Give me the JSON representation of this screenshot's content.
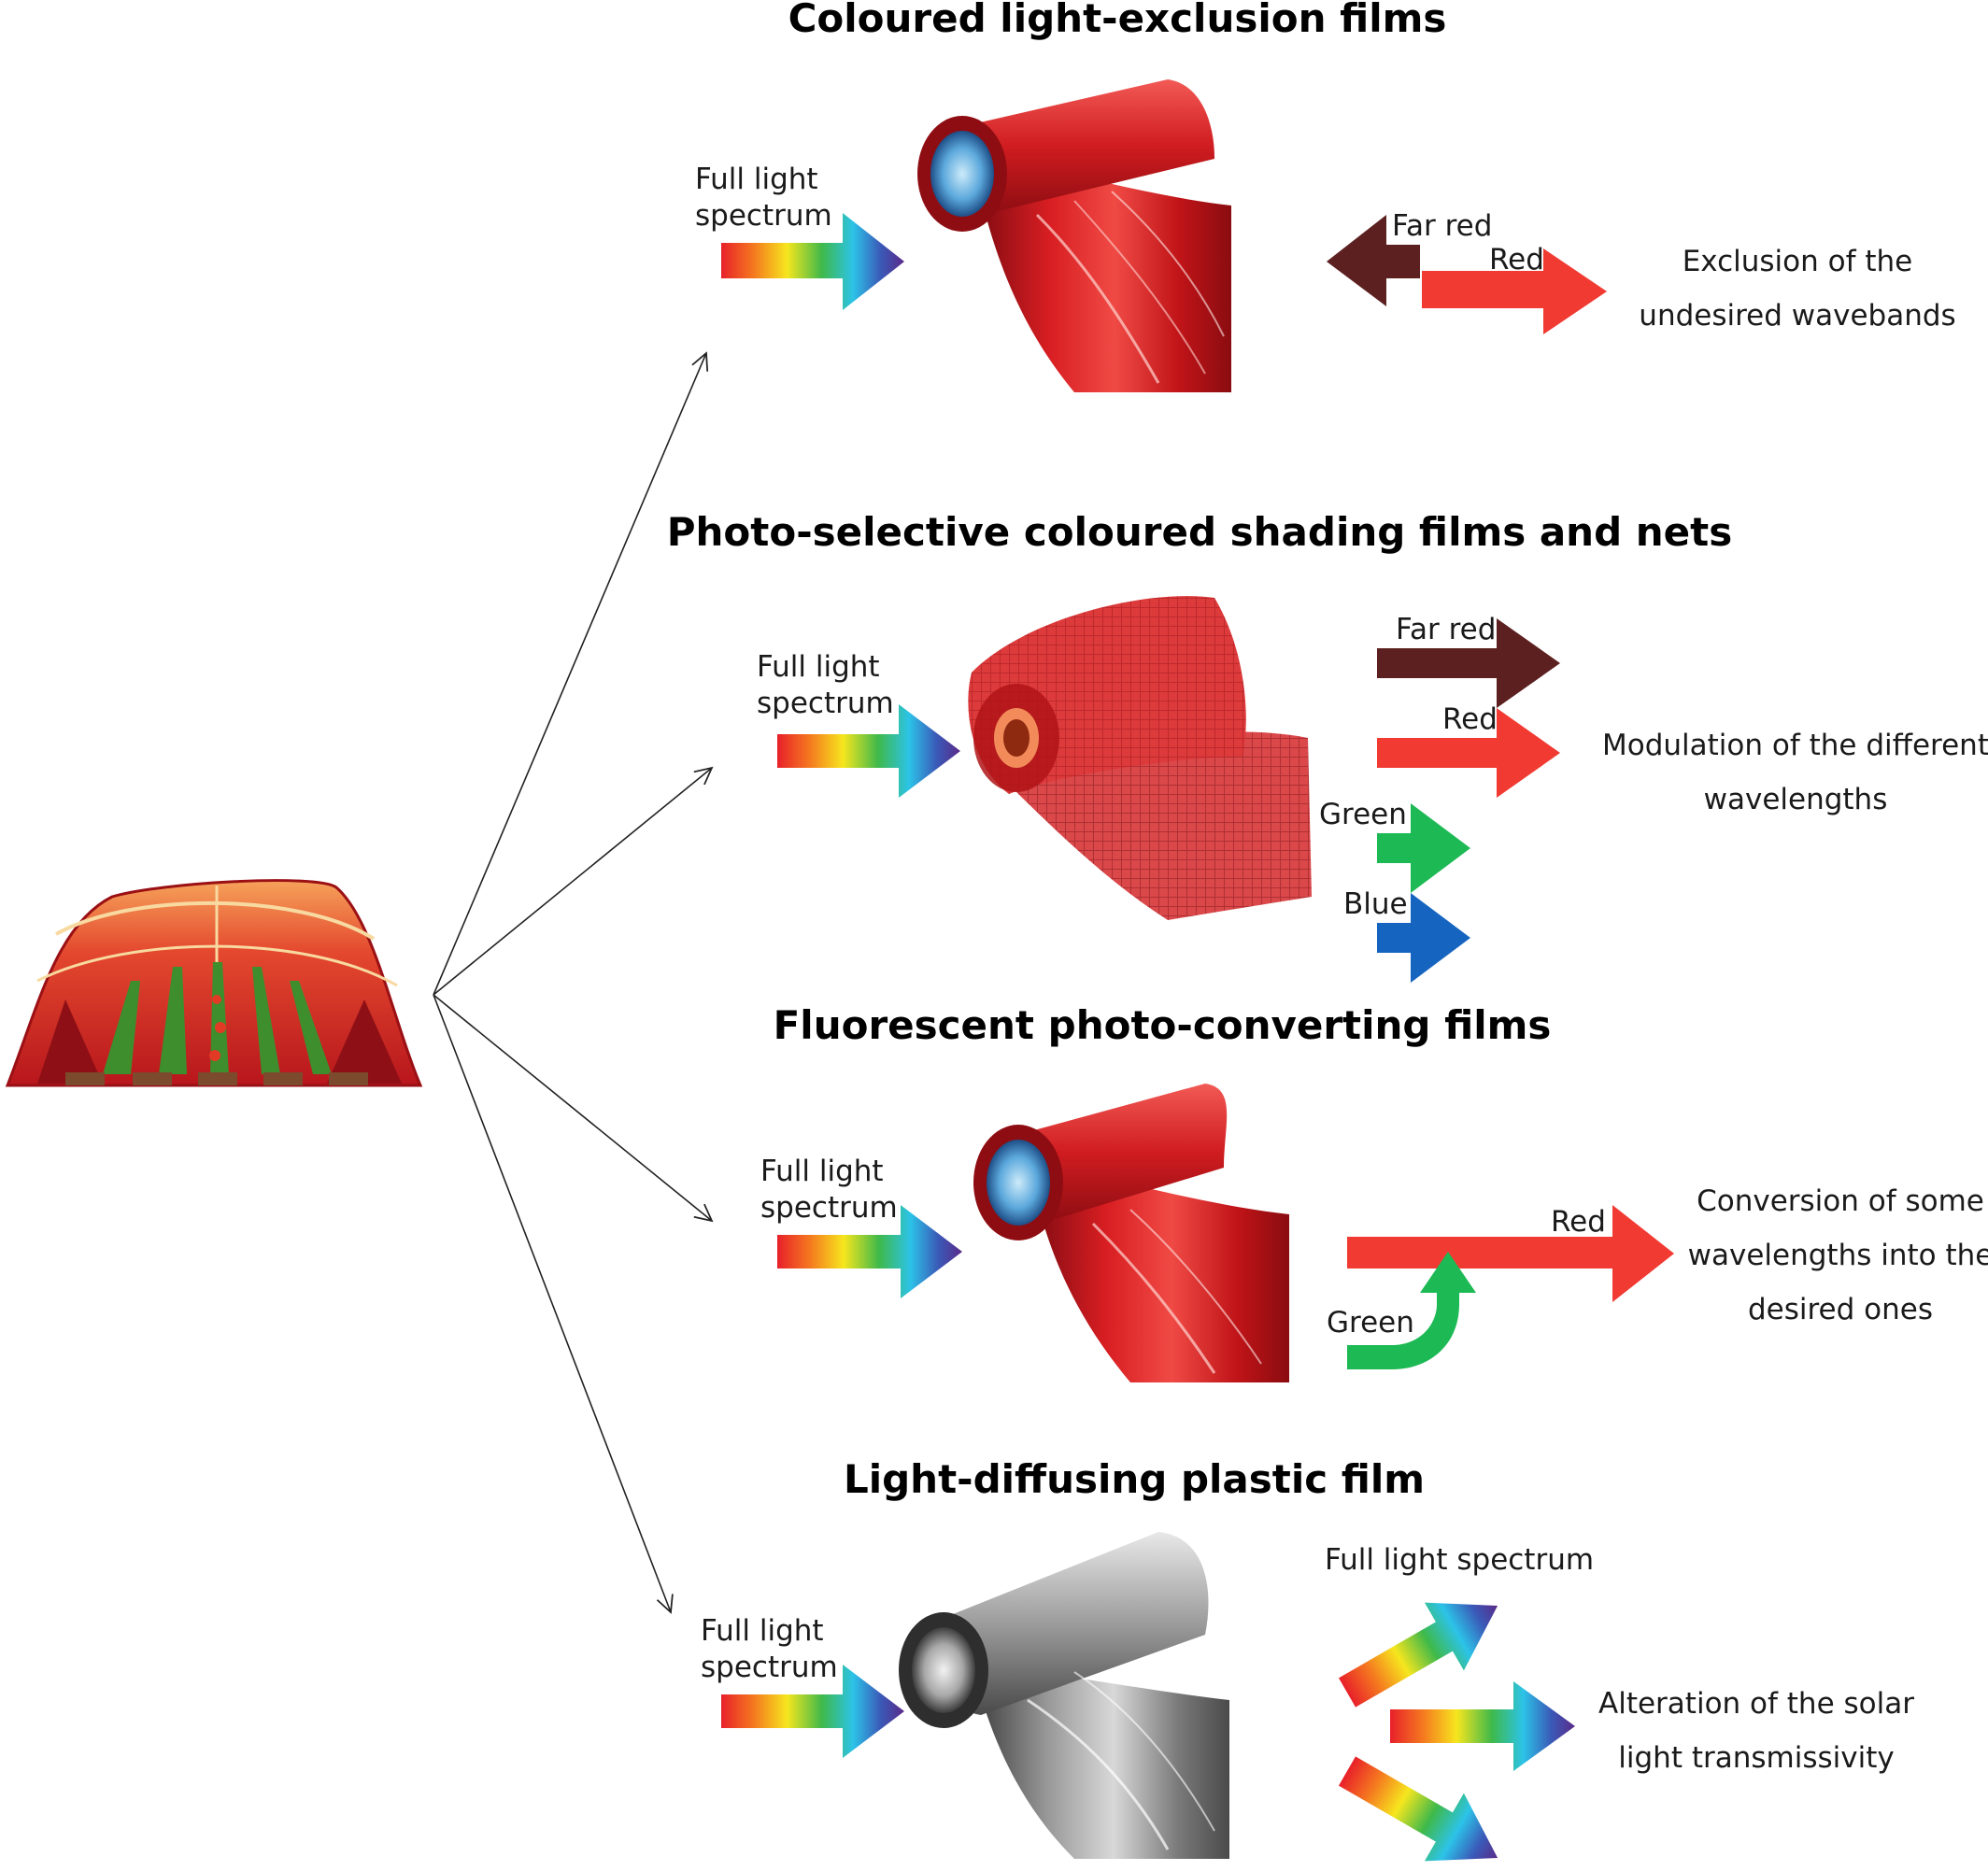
{
  "colors": {
    "red": "#F13A32",
    "far_red": "#5C2020",
    "green": "#1DB954",
    "blue": "#1565C0",
    "film_red": "#C8161A",
    "film_silver": "#8A8A8A",
    "spectrum": [
      "#E8202A",
      "#F57A1F",
      "#F6E61E",
      "#3FB94A",
      "#2CC3E8",
      "#3A5AB8",
      "#5A2A8A"
    ]
  },
  "source": {
    "name": "greenhouse",
    "icon": "greenhouse-icon"
  },
  "sections": [
    {
      "title": "Coloured light-exclusion films",
      "input_label_line1": "Full light",
      "input_label_line2": "spectrum",
      "film_icon": "red-film-roll-icon",
      "outputs": {
        "far_red_label": "Far red",
        "red_label": "Red"
      },
      "desc_line1": "Exclusion of the",
      "desc_line2": "undesired wavebands"
    },
    {
      "title": "Photo-selective coloured shading films and nets",
      "input_label_line1": "Full light",
      "input_label_line2": "spectrum",
      "film_icon": "red-net-roll-icon",
      "outputs": {
        "far_red_label": "Far red",
        "red_label": "Red",
        "green_label": "Green",
        "blue_label": "Blue"
      },
      "desc_line1": "Modulation of the different",
      "desc_line2": "wavelengths"
    },
    {
      "title": "Fluorescent photo-converting films",
      "input_label_line1": "Full light",
      "input_label_line2": "spectrum",
      "film_icon": "red-film-roll-icon",
      "outputs": {
        "red_label": "Red",
        "green_label": "Green"
      },
      "desc_line1": "Conversion of some",
      "desc_line2": "wavelengths into the",
      "desc_line3": "desired ones"
    },
    {
      "title": "Light-diffusing plastic film",
      "input_label_line1": "Full light",
      "input_label_line2": "spectrum",
      "film_icon": "silver-film-roll-icon",
      "outputs": {
        "full_label": "Full light spectrum"
      },
      "desc_line1": "Alteration of the solar",
      "desc_line2": "light transmissivity"
    }
  ]
}
